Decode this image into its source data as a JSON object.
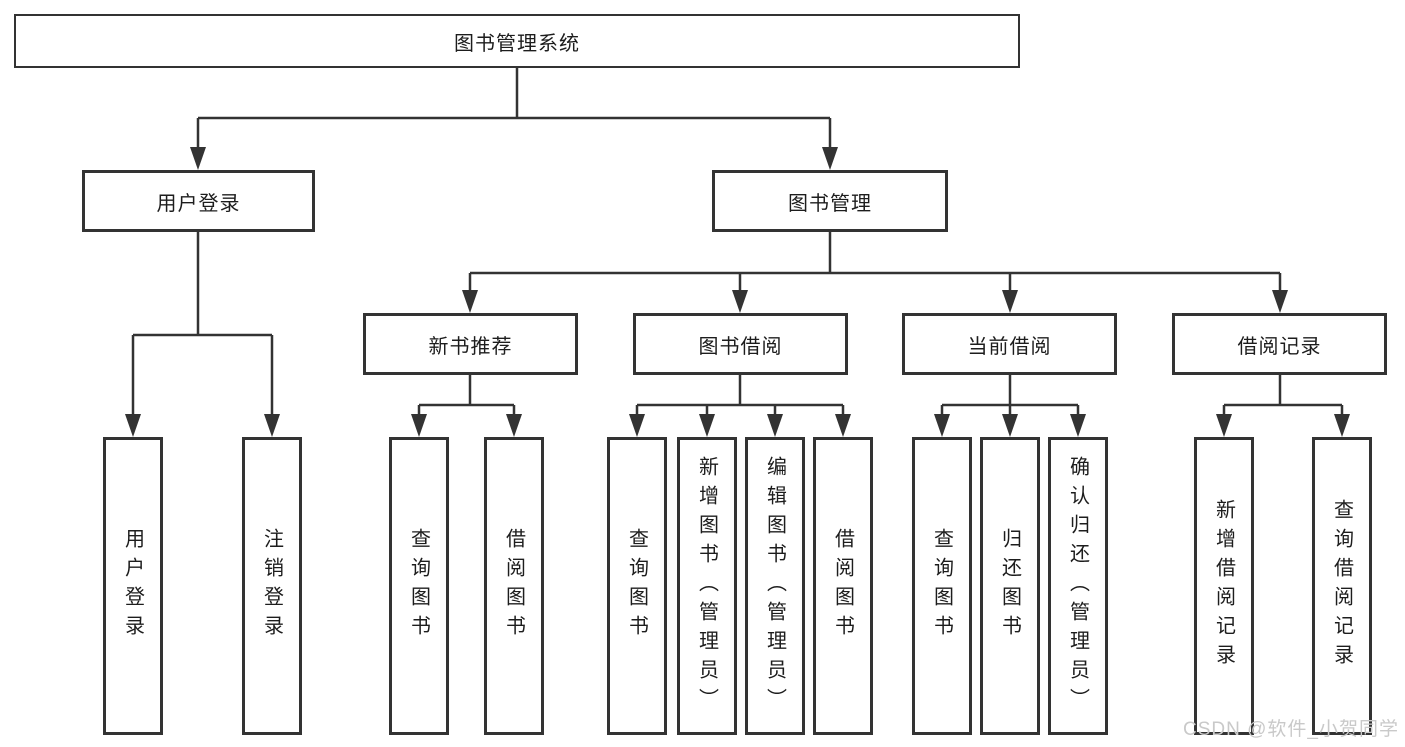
{
  "diagram": {
    "type": "tree",
    "title": "图书管理系统",
    "watermark": "CSDN @软件_小贺同学",
    "colors": {
      "background": "#ffffff",
      "line": "#333333",
      "box_border": "#333333",
      "box_fill": "#ffffff",
      "text": "#1d1d1d",
      "watermark_text": "#c9c9c9"
    },
    "nodes": {
      "root": {
        "label": "图书管理系统"
      },
      "level2": [
        {
          "label": "用户登录"
        },
        {
          "label": "图书管理"
        }
      ],
      "level3": [
        {
          "label": "新书推荐",
          "parent": "图书管理"
        },
        {
          "label": "图书借阅",
          "parent": "图书管理"
        },
        {
          "label": "当前借阅",
          "parent": "图书管理"
        },
        {
          "label": "借阅记录",
          "parent": "图书管理"
        }
      ],
      "leaves": [
        {
          "label": "用户登录",
          "parent": "用户登录"
        },
        {
          "label": "注销登录",
          "parent": "用户登录"
        },
        {
          "label": "查询图书",
          "parent": "新书推荐"
        },
        {
          "label": "借阅图书",
          "parent": "新书推荐"
        },
        {
          "label": "查询图书",
          "parent": "图书借阅"
        },
        {
          "label": "新增图书（管理员）",
          "parent": "图书借阅"
        },
        {
          "label": "编辑图书（管理员）",
          "parent": "图书借阅"
        },
        {
          "label": "借阅图书",
          "parent": "图书借阅"
        },
        {
          "label": "查询图书",
          "parent": "当前借阅"
        },
        {
          "label": "归还图书",
          "parent": "当前借阅"
        },
        {
          "label": "确认归还（管理员）",
          "parent": "当前借阅"
        },
        {
          "label": "新增借阅记录",
          "parent": "借阅记录"
        },
        {
          "label": "查询借阅记录",
          "parent": "借阅记录"
        }
      ]
    }
  }
}
